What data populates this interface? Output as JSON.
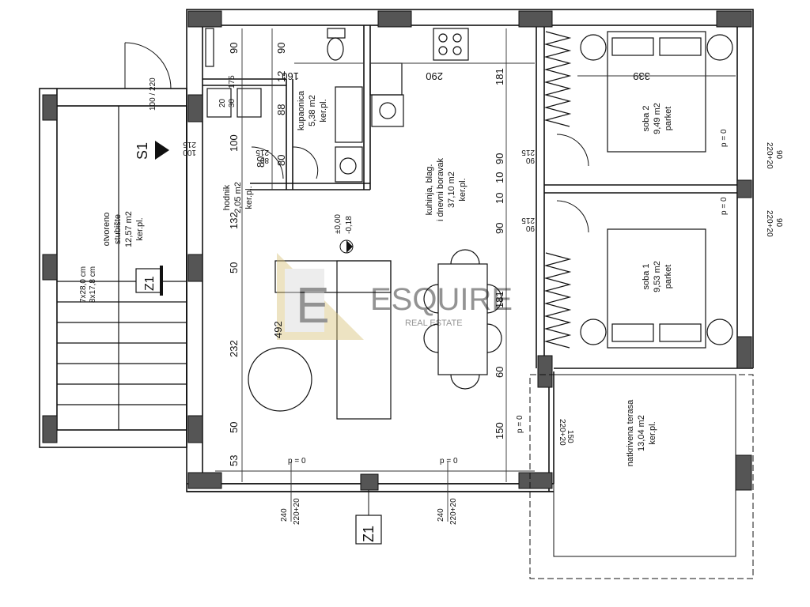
{
  "watermark": {
    "brand": "ESQUIRE",
    "subtitle": "REAL ESTATE",
    "mark": "E"
  },
  "rooms": {
    "stair": {
      "l1": "otvoreno",
      "l2": "stubište",
      "l3": "12,57 m2",
      "l4": "ker.pl."
    },
    "hall": {
      "l1": "hodnik",
      "l2": "2,05 m2",
      "l3": "ker.pl."
    },
    "bath": {
      "l1": "kupaonica",
      "l2": "5,38 m2",
      "l3": "ker.pl."
    },
    "living": {
      "l1": "kuhinja, blag.",
      "l2": "i dnevni boravak",
      "l3": "37,10 m2",
      "l4": "ker.pl."
    },
    "room2": {
      "l1": "soba 2",
      "l2": "9,49 m2",
      "l3": "parket"
    },
    "room1": {
      "l1": "soba 1",
      "l2": "9,53 m2",
      "l3": "parket"
    },
    "terrace": {
      "l1": "natkrivena terasa",
      "l2": "13,04 m2",
      "l3": "ker.pl."
    }
  },
  "dimensions": {
    "d90a": "90",
    "d90b": "90",
    "d160": "160",
    "d290": "290",
    "d339": "339",
    "d181a": "181",
    "d181b": "181",
    "d88": "88",
    "d80a": "80",
    "d80b": "80",
    "d100": "100",
    "d12": "12",
    "d132": "132",
    "d50a": "50",
    "d50b": "50",
    "d232": "232",
    "d53": "53",
    "d492": "492",
    "d90c": "90",
    "d90d": "90",
    "d10a": "10",
    "d10b": "10",
    "d60": "60",
    "d150": "150",
    "d20": "20",
    "d30": "30",
    "d175": "175"
  },
  "openings": {
    "w100_220": "100 / 220",
    "w215": "215",
    "w100": "100",
    "w215b": "215",
    "w80": "80",
    "w215c": "215",
    "w215d": "215",
    "w90a": "90",
    "w90b": "90",
    "w220_20a": "220+20",
    "w220_20b": "220+20",
    "w90c": "90",
    "w90d": "90",
    "w220_20c": "220+20",
    "w150": "150",
    "w240a": "240",
    "w220_20d": "220+20",
    "w240b": "240",
    "w220_20e": "220+20",
    "p0a": "p = 0",
    "p0b": "p = 0",
    "p0c": "p = 0",
    "p0d": "p = 0",
    "p0e": "p = 0"
  },
  "stairs_note": {
    "l1": "7x28,0 cm",
    "l2": "8x17,8 cm"
  },
  "level": {
    "top": "±0,00",
    "bottom": "-0,18"
  },
  "section_marks": {
    "s1": "S1",
    "z1_bottom": "Z1",
    "z1_left": "Z1"
  }
}
